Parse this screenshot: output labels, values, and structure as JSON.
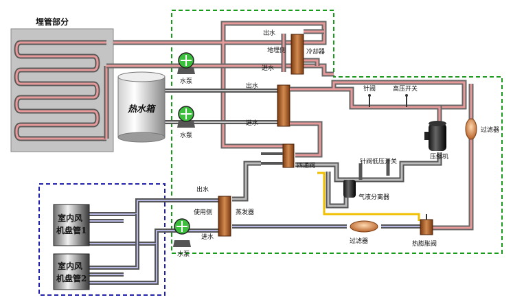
{
  "labels": {
    "buried_pipe": "埋管部分",
    "hot_water_tank": "热水箱",
    "pump1": "水泵",
    "pump2": "水泵",
    "pump3": "水泵",
    "cooler_outlet": "出水",
    "cooler_ground_side": "地埋侧",
    "cooler": "冷却器",
    "cooler_inlet": "进水",
    "hx_outlet": "出水",
    "hx_inlet": "进水",
    "valve_top": "针阀",
    "high_pressure_switch": "高压开关",
    "compressor": "压缩机",
    "filter_right": "过滤器",
    "four_way_valve": "四通阀",
    "low_pressure_switch": "针阀低压开关",
    "gas_liquid_separator": "气液分离器",
    "evap_outlet": "出水",
    "evap_use_side": "使用侧",
    "evaporator": "蒸发器",
    "evap_inlet": "进水",
    "filter_bottom": "过滤器",
    "expansion_valve": "热膨胀阀",
    "fan_coil_1": "室内风机盘管1",
    "fan_coil_2": "室内风机盘管2"
  },
  "colors": {
    "hot_pipe": "#e89a9a",
    "cold_pipe": "#b9b9e6",
    "gas_pipe": "#a8a8a8",
    "oil_pipe": "#f0c000",
    "green_border": "#1a9a1a",
    "blue_border": "#2020b0",
    "buried_box": "#c4c4c4",
    "pump_green": "#3cbf3c"
  }
}
